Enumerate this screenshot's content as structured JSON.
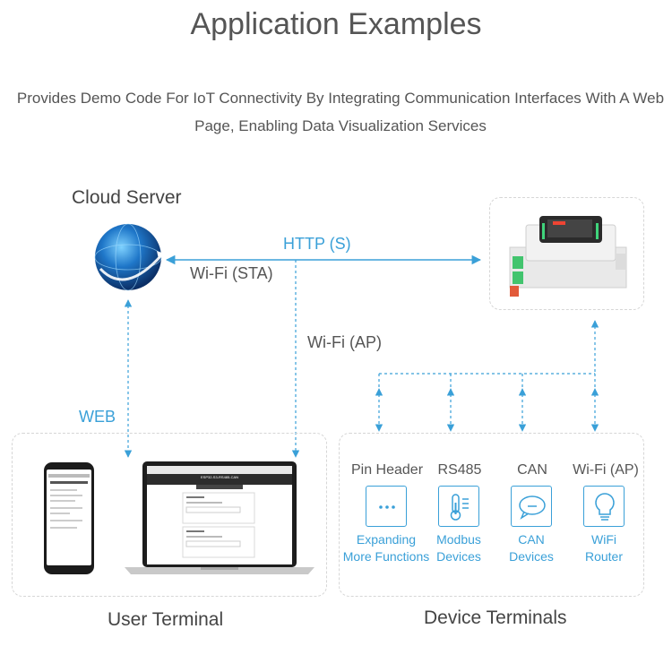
{
  "title": "Application Examples",
  "subtitle": "Provides Demo Code For IoT Connectivity By Integrating Communication Interfaces With A Web Page, Enabling Data Visualization Services",
  "cloud": {
    "label": "Cloud Server"
  },
  "links": {
    "http": "HTTP (S)",
    "wifi_sta": "Wi-Fi (STA)",
    "wifi_ap": "Wi-Fi (AP)",
    "web": "WEB"
  },
  "user_terminal": {
    "label": "User Terminal",
    "laptop_screen_title": "ESP32-S3-RS485-CAN"
  },
  "device_terminals": {
    "label": "Device Terminals",
    "items": [
      {
        "name": "Pin Header",
        "desc1": "Expanding",
        "desc2": "More Functions",
        "icon": "dots-icon"
      },
      {
        "name": "RS485",
        "desc1": "Modbus",
        "desc2": "Devices",
        "icon": "thermometer-icon"
      },
      {
        "name": "CAN",
        "desc1": "CAN",
        "desc2": "Devices",
        "icon": "chat-bubble-icon"
      },
      {
        "name": "Wi-Fi (AP)",
        "desc1": "WiFi",
        "desc2": "Router",
        "icon": "lightbulb-icon"
      }
    ]
  },
  "colors": {
    "accent": "#3aa0d8",
    "text": "#555555",
    "border": "#d6d6d6"
  }
}
